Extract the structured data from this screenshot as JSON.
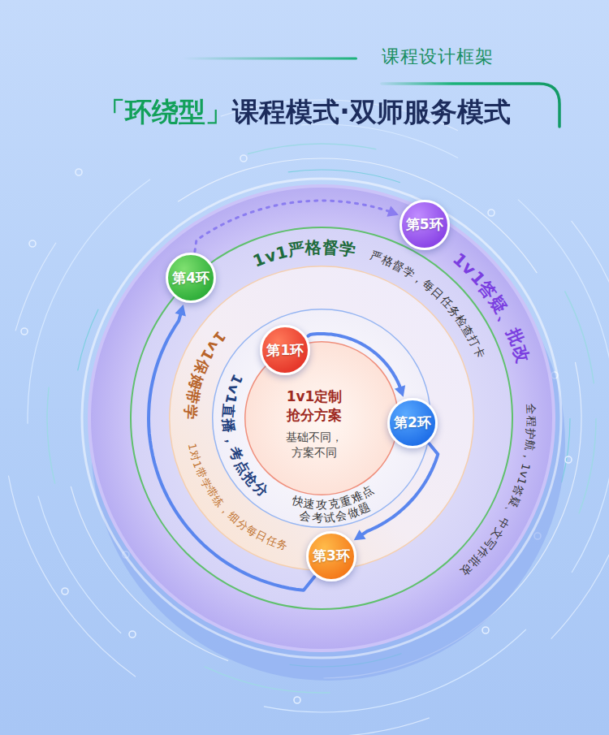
{
  "diagram": {
    "title": "「环绕型」课程模式·双师服务模式",
    "nodes": [
      {
        "text": [
          "1v1答疑、批改",
          "全程护航，1v1答疑、中文写作批改"
        ]
      },
      {
        "text": [
          "第5环"
        ],
        "in": 0
      },
      {
        "text": [
          "1v1严格督学",
          "严格督学，每日任务检查打卡"
        ],
        "in": 0
      },
      {
        "text": [
          "第4环"
        ],
        "in": 2
      },
      {
        "text": [
          "1v1保姆带学",
          "1对1带学带练，细分每日任务"
        ],
        "in": 2
      },
      {
        "text": [
          "第3环"
        ],
        "in": 4
      },
      {
        "text": [
          "1v1直播，考点抢分",
          "快速攻克重难点 会考试会做题"
        ],
        "in": 4
      },
      {
        "text": [
          "第2环"
        ],
        "in": 6
      },
      {
        "text": [
          "1v1定制 抢分方案",
          "基础不同， 方案不同"
        ],
        "in": 6
      },
      {
        "text": [
          "第1环"
        ],
        "in": 8
      }
    ],
    "edges": [
      {
        "from": 9,
        "to": 7,
        "arrow": "to"
      },
      {
        "from": 7,
        "to": 5,
        "arrow": "to"
      },
      {
        "from": 5,
        "to": 3,
        "arrow": "to"
      },
      {
        "from": 3,
        "to": 1,
        "arrow": "to"
      }
    ],
    "labels": [
      "课程设计框架"
    ]
  }
}
